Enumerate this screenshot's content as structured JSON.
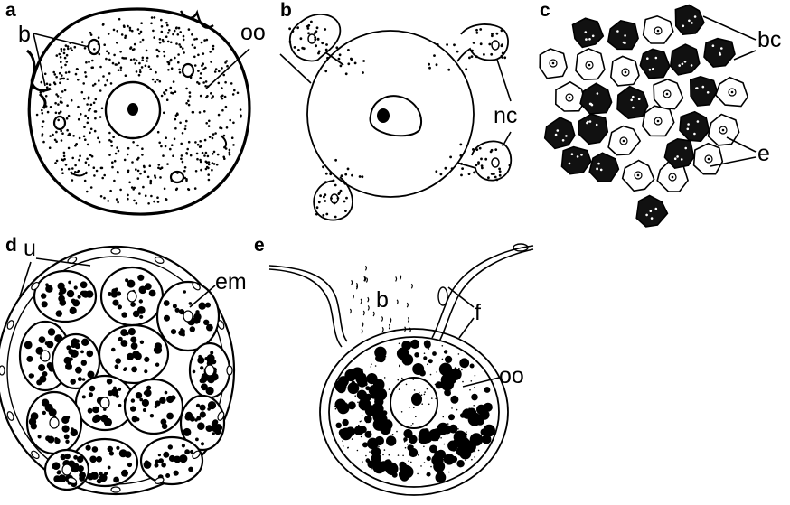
{
  "panels": [
    {
      "letter": "a",
      "labels": {
        "b": "b",
        "oo": "oo"
      }
    },
    {
      "letter": "b",
      "labels": {
        "nc": "nc"
      }
    },
    {
      "letter": "c",
      "labels": {
        "bc": "bc",
        "e": "e"
      }
    },
    {
      "letter": "d",
      "labels": {
        "u": "u",
        "em": "em"
      }
    },
    {
      "letter": "e",
      "labels": {
        "b": "b",
        "f": "f",
        "oo": "oo"
      }
    }
  ]
}
